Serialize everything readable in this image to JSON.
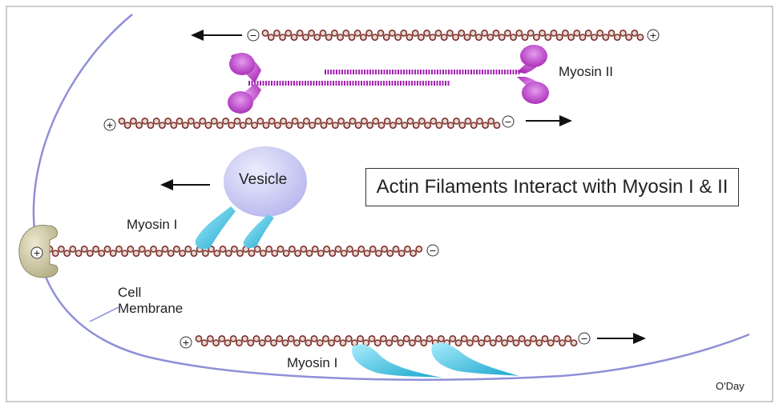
{
  "title": "Actin Filaments Interact with Myosin I & II",
  "labels": {
    "myosin_ii": "Myosin II",
    "vesicle": "Vesicle",
    "myosin_i_upper": "Myosin I",
    "myosin_i_lower": "Myosin I",
    "cell": "Cell",
    "membrane": "Membrane",
    "credit": "O'Day"
  },
  "symbols": {
    "plus": "+",
    "minus": "−"
  },
  "colors": {
    "actin": "#7a2f2a",
    "actin_fill": "#e9d6d0",
    "myosin_ii": "#a21fb0",
    "myosin_i": "#2bb3d8",
    "vesicle": "#c9c9f2",
    "membrane": "#8f8fd8",
    "receptor": "#cfc9a6"
  }
}
